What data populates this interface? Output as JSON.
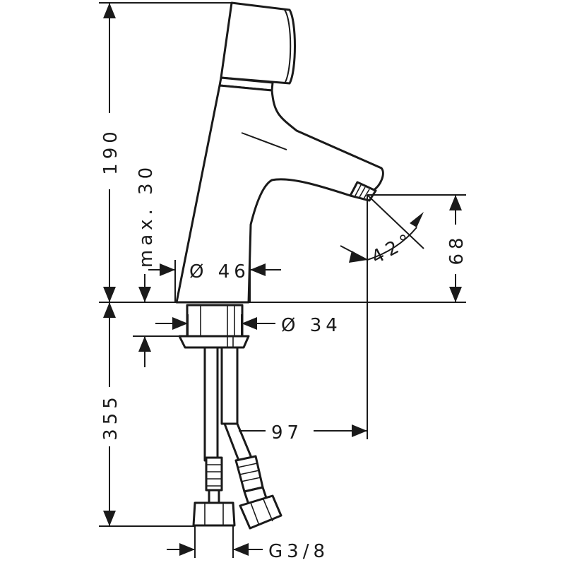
{
  "drawing": {
    "dimensions": {
      "total_height": "190",
      "max_hole": "max. 30",
      "base_diameter": "Ø 46",
      "shank_diameter": "Ø 34",
      "spout_height": "68",
      "spout_angle": "42°",
      "below_deck": "355",
      "spout_reach": "97",
      "connection": "G3/8"
    }
  }
}
